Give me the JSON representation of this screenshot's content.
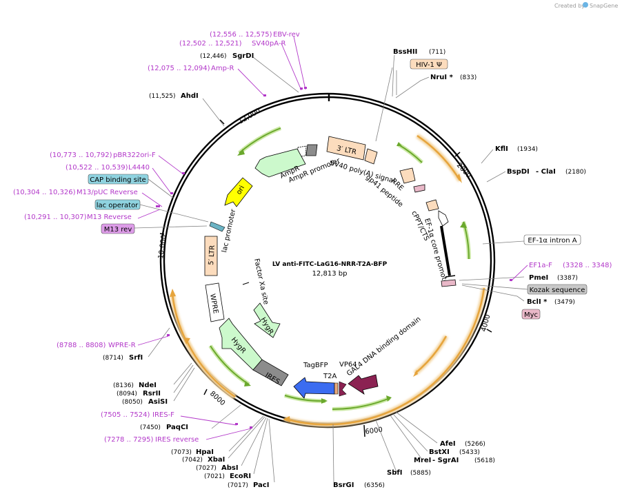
{
  "credit": "Created by",
  "credit_brand": "SnapGene",
  "plasmid": {
    "name": "LV anti-FITC-LaG16-NRR-T2A-BFP",
    "length": "12,813 bp"
  },
  "ticks": [
    "2000",
    "4000",
    "6000",
    "8000",
    "10,000",
    "12,000"
  ],
  "sites": [
    {
      "name": "BssHII",
      "pos": "(711)"
    },
    {
      "name": "NruI *",
      "pos": "(833)"
    },
    {
      "name": "KflI",
      "pos": "(1934)"
    },
    {
      "name": "BspDI",
      "extra": " - ClaI",
      "pos": "(2180)"
    },
    {
      "name": "PmeI",
      "pos": "(3387)"
    },
    {
      "name": "BclI *",
      "pos": "(3479)"
    },
    {
      "name": "AfeI",
      "pos": "(5266)"
    },
    {
      "name": "BstXI",
      "pos": "(5433)"
    },
    {
      "name": "MreI",
      "extra": " - SgrAI",
      "pos": "(5618)"
    },
    {
      "name": "SbfI",
      "pos": "(5885)"
    },
    {
      "name": "BsrGI",
      "pos": "(6356)"
    },
    {
      "name": "PacI",
      "pos": "(7017)"
    },
    {
      "name": "EcoRI",
      "pos": "(7021)"
    },
    {
      "name": "AbsI",
      "pos": "(7027)"
    },
    {
      "name": "XbaI",
      "pos": "(7042)"
    },
    {
      "name": "HpaI",
      "pos": "(7073)"
    },
    {
      "name": "PaqCI",
      "pos": "(7450)"
    },
    {
      "name": "AsiSI",
      "pos": "(8050)"
    },
    {
      "name": "RsrII",
      "pos": "(8094)"
    },
    {
      "name": "NdeI",
      "pos": "(8136)"
    },
    {
      "name": "SrfI",
      "pos": "(8714)"
    },
    {
      "name": "AhdI",
      "pos": "(11,525)"
    },
    {
      "name": "SgrDI",
      "pos": "(12,446)"
    }
  ],
  "primers": [
    {
      "name": "EBV-rev",
      "range": "(12,556 .. 12,575)"
    },
    {
      "name": "SV40pA-R",
      "range": "(12,502 .. 12,521)"
    },
    {
      "name": "Amp-R",
      "range": "(12,075 .. 12,094)"
    },
    {
      "name": "pBR322ori-F",
      "range": "(10,773 .. 10,792)"
    },
    {
      "name": "L4440",
      "range": "(10,522 .. 10,539)"
    },
    {
      "name": "M13/pUC Reverse",
      "range": "(10,304 .. 10,326)"
    },
    {
      "name": "M13 Reverse",
      "range": "(10,291 .. 10,307)"
    },
    {
      "name": "EF1a-F",
      "range": "(3328 .. 3348)"
    },
    {
      "name": "WPRE-R",
      "range": "(8788 .. 8808)"
    },
    {
      "name": "IRES-F",
      "range": "(7505 .. 7524)"
    },
    {
      "name": "IRES reverse",
      "range": "(7278 .. 7295)"
    }
  ],
  "boxed_labels": {
    "hiv": "HIV-1 Ψ",
    "cap": "CAP binding site",
    "lac_operator": "lac operator",
    "m13rev": "M13 rev",
    "ef1a_intron": "EF-1α intron A",
    "kozak": "Kozak sequence",
    "myc": "Myc"
  },
  "features": {
    "ltr3": "3′ LTR",
    "ltr5": "5′ LTR",
    "ori": "ori",
    "ampr": "AmpR",
    "ampr_promoter": "AmpR promoter",
    "sv40": "SV40 poly(A) signal",
    "rre": "RRE",
    "gp41": "gp41 peptide",
    "cppt": "cPPT/CTS",
    "ef1a": "EF-1α core promoter",
    "lac_promoter": "lac promoter",
    "factor_xa": "Factor Xa site",
    "hygr_small": "HygR",
    "hygr_big": "HygR",
    "wpre": "WPRE",
    "ires": "IRES",
    "tagbfp": "TagBFP",
    "t2a": "T2A",
    "vp64": "VP64",
    "gal4": "GAL4 DNA binding domain"
  },
  "colors": {
    "backbone": "#000000",
    "primer": "#b237c9",
    "ltr": "#fcdcbd",
    "ori": "#ffff00",
    "ampr": "#ccf9cc",
    "orange_arc": "#e6a43c",
    "green_arc": "#8ccf3c",
    "tagbfp": "#3b6cf0",
    "gal4": "#8b2252",
    "ires": "#8c8c8c",
    "cap_box": "#8fd3e0",
    "kozak_box": "#c8c8c8",
    "myc_box": "#e9b8c8",
    "m13_box": "#dd9ce8"
  }
}
